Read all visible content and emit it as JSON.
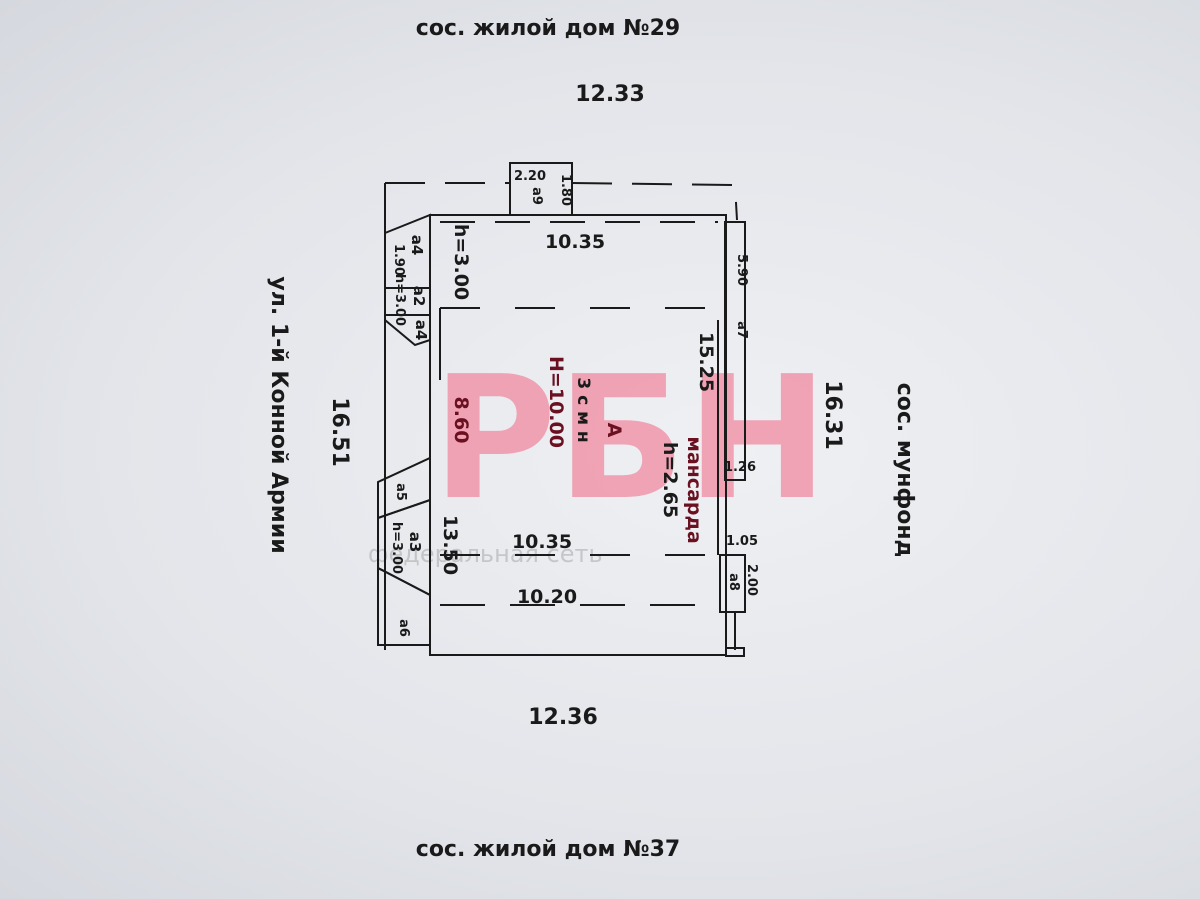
{
  "neighbors": {
    "top": "сос. жилой дом №29",
    "bottom": "сос. жилой дом №37",
    "left": "ул. 1-й Конной Армии",
    "right": "сос. мунфонд"
  },
  "outer_dimensions": {
    "top": "12.33",
    "bottom": "12.36",
    "left": "16.51",
    "right": "16.31"
  },
  "building": {
    "letter": "А",
    "floors": "3 с м н",
    "height": "H=10.00",
    "attic": "мансарда",
    "attic_height": "h=2.65",
    "dims": {
      "top_width": "10.35",
      "top_h": "h=3.00",
      "left_middle": "8.60",
      "right_long": "15.25",
      "left_lower": "13.50",
      "lower_width": "10.35",
      "bottom_width": "10.20"
    }
  },
  "annexes": {
    "a9": {
      "label": "а9",
      "w": "2.20",
      "d": "1.80"
    },
    "a7": {
      "label": "а7",
      "d": "5.90"
    },
    "right_small_1": "1.26",
    "right_small_2": "1.05",
    "a8": {
      "label": "а8",
      "d": "2.00"
    },
    "a4_top": {
      "label": "а4",
      "d": "1.90"
    },
    "a2": {
      "label": "а2",
      "h": "h=3.00"
    },
    "a4_bottom": {
      "label": "а4"
    },
    "a5": {
      "label": "а5"
    },
    "a3": {
      "label": "а3",
      "h": "h=3.00"
    },
    "a6": {
      "label": "а6"
    }
  },
  "watermark": {
    "logo": "РБН",
    "tagline": "федеральная сеть"
  }
}
